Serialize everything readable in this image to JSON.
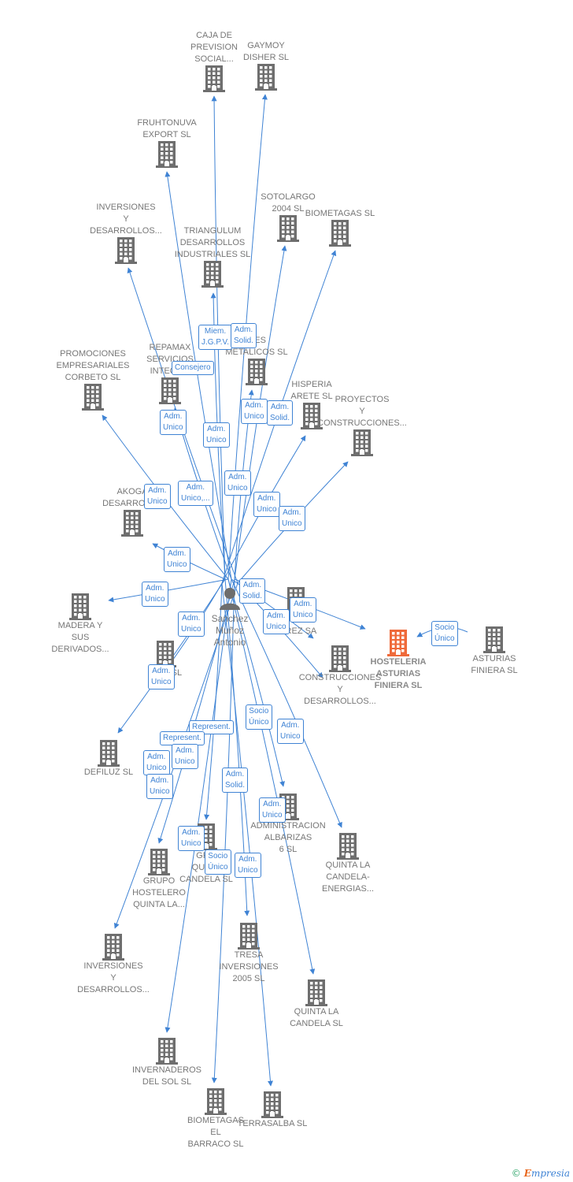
{
  "colors": {
    "edge": "#3f83d4",
    "building": "#6e6e6e",
    "main": "#ef6a3a",
    "label": "#777777"
  },
  "person": {
    "label": "Sanchez\nMuñoz\nAntonio",
    "icon": "person-icon"
  },
  "nodes": [
    {
      "id": "caja",
      "label": "CAJA DE\nPREVISION\nSOCIAL..."
    },
    {
      "id": "gaymoy",
      "label": "GAYMOY\nDISHER SL"
    },
    {
      "id": "fruhtonuva",
      "label": "FRUHTONUVA\nEXPORT SL"
    },
    {
      "id": "sotolargo",
      "label": "SOTOLARGO\n2004 SL"
    },
    {
      "id": "biometagas",
      "label": "BIOMETAGAS SL"
    },
    {
      "id": "inversiones1",
      "label": "INVERSIONES\nY\nDESARROLLOS..."
    },
    {
      "id": "triangulum",
      "label": "TRIANGULUM\nDESARROLLOS\nINDUSTRIALES SL"
    },
    {
      "id": "promociones",
      "label": "PROMOCIONES\nEMPRESARIALES\nCORBETO SL"
    },
    {
      "id": "repamax",
      "label": "REPAMAX\nSERVICIOS\nINTEGR..."
    },
    {
      "id": "metalicos",
      "label": "...ES\nMETALICOS SL"
    },
    {
      "id": "hisperia",
      "label": "HISPERIA\nARETE SL"
    },
    {
      "id": "proyectos",
      "label": "PROYECTOS\nY\nCONSTRUCCIONES..."
    },
    {
      "id": "akoga",
      "label": "AKOGA\nDESARROLL..."
    },
    {
      "id": "madera",
      "label": "MADERA Y\nSUS\nDERIVADOS..."
    },
    {
      "id": "gasjerez",
      "label": "...GAS\nJEREZ SA"
    },
    {
      "id": "hosteleria",
      "label": "HOSTELERIA\nASTURIAS\nFINIERA SL"
    },
    {
      "id": "asturias",
      "label": "ASTURIAS\nFINIERA SL"
    },
    {
      "id": "grupo1",
      "label": "GR... SL"
    },
    {
      "id": "construcciones",
      "label": "CONSTRUCCIONES\nY\nDESARROLLOS..."
    },
    {
      "id": "defiluz",
      "label": "DEFILUZ SL"
    },
    {
      "id": "administracion",
      "label": "ADMINISTRACION\nALBARIZAS\n6 SL"
    },
    {
      "id": "quintaenergias",
      "label": "QUINTA LA\nCANDELA-\nENERGIAS..."
    },
    {
      "id": "grupohostelero",
      "label": "GRUPO\nHOSTELERO\nQUINTA LA..."
    },
    {
      "id": "grupoquinta",
      "label": "GR...\nQUIN...\nCANDELA SL"
    },
    {
      "id": "inversiones2",
      "label": "INVERSIONES\nY\nDESARROLLOS..."
    },
    {
      "id": "tresa",
      "label": "TRESA\nINVERSIONES\n2005 SL"
    },
    {
      "id": "quintacandela",
      "label": "QUINTA LA\nCANDELA SL"
    },
    {
      "id": "invernaderos",
      "label": "INVERNADEROS\nDEL SOL SL"
    },
    {
      "id": "biometagasbarraco",
      "label": "BIOMETAGAS\nEL\nBARRACO SL"
    },
    {
      "id": "terrasalba",
      "label": "TERRASALBA SL"
    }
  ],
  "edge_labels": [
    "Miem.\nJ.G.P.V.",
    "Adm.\nSolid.",
    "Consejero",
    "Adm.\nUnico",
    "Adm.\nUnico",
    "Adm.\nUnico",
    "Adm.\nSolid.",
    "Adm.\nUnico",
    "Adm.\nUnico,...",
    "Adm.\nUnico",
    "Adm.\nUnico",
    "Adm.\nUnico",
    "Adm.\nUnico",
    "Adm.\nUnico",
    "Adm.\nSolid.",
    "Adm.\nUnico",
    "Adm.\nUnico",
    "Socio\nÚnico",
    "Adm.\nUnico",
    "Adm.\nUnico",
    "Socio\nÚnico",
    "Adm.\nUnico",
    "Represent.",
    "Represent.",
    "Adm.\nUnico",
    "Adm.\nUnico",
    "Adm.\nUnico",
    "Adm.\nSolid.",
    "Adm.\nUnico",
    "Adm.\nUnico",
    "Socio\nÚnico",
    "Adm.\nUnico"
  ],
  "footer": {
    "copyright": "©",
    "brand_initial": "E",
    "brand_rest": "mpresia"
  }
}
